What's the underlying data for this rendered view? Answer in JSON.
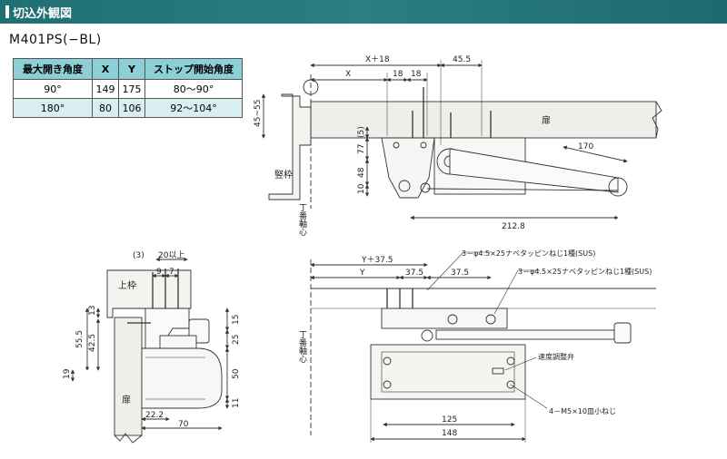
{
  "header": {
    "title": "切込外観図"
  },
  "model": "M401PS(−BL)",
  "spec_table": {
    "headers": [
      "最大開き角度",
      "X",
      "Y",
      "ストップ開始角度"
    ],
    "rows": [
      [
        "90°",
        "149",
        "175",
        "80〜90°"
      ],
      [
        "180°",
        "80",
        "106",
        "92〜104°"
      ]
    ]
  },
  "top_view": {
    "dim_x18": "X＋18",
    "dim_45_5": "45.5",
    "dim_x": "X",
    "dim_18a": "18",
    "dim_18b": "18",
    "dim_45_55": "45~55",
    "dim_5": "(5)",
    "dim_77": "77",
    "dim_48": "48",
    "dim_10": "10",
    "dim_170": "170",
    "dim_212_8": "212.8",
    "label_door": "扉",
    "label_frame": "竪枠",
    "label_hinge_center": "丁番軸心"
  },
  "side_view": {
    "dim_3": "(3)",
    "dim_20": "20以上",
    "dim_9": "9",
    "dim_7": "7",
    "dim_13": "13",
    "dim_55_5": "55.5",
    "dim_42_5": "42.5",
    "dim_19": "19",
    "dim_15": "15",
    "dim_25": "25",
    "dim_50": "50",
    "dim_11": "11",
    "dim_22_2": "22.2",
    "dim_70": "70",
    "label_top_frame": "上枠",
    "label_door": "扉"
  },
  "front_view": {
    "dim_y37_5": "Y＋37.5",
    "dim_y": "Y",
    "dim_37_5a": "37.5",
    "dim_37_5b": "37.5",
    "dim_125": "125",
    "dim_148": "148",
    "note_screw1": "3－φ4.5×25ナベタッピンねじ1種(SUS)",
    "note_screw2": "3－φ4.5×25ナベタッピンねじ1種(SUS)",
    "note_speed": "速度調整弁",
    "note_m5": "4－M5×10皿小ねじ",
    "label_hinge_center": "丁番軸心"
  },
  "colors": {
    "header_bg": "#1f6f73",
    "table_head": "#8ccfd6",
    "table_alt": "#d8eef1"
  }
}
